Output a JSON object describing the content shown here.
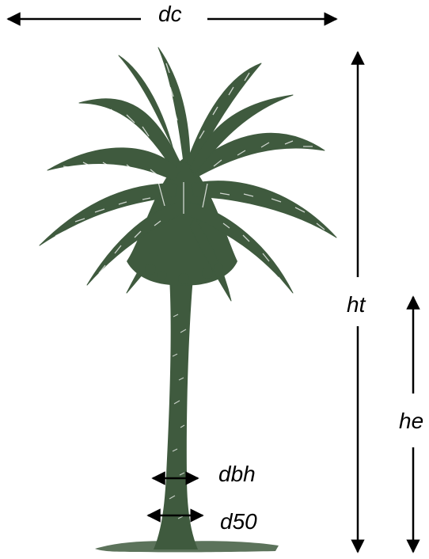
{
  "diagram": {
    "subject": "date palm tree",
    "tree_color": "#3f5a3e",
    "arrow_color": "#000000",
    "labels": {
      "dc": "dc",
      "ht": "ht",
      "he": "he",
      "dbh": "dbh",
      "d50": "d50"
    }
  }
}
